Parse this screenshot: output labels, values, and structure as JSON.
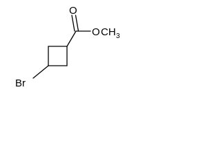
{
  "molecule": {
    "labels": {
      "carbonyl_oxygen": "O",
      "ester_oxygen": "O",
      "methyl": "CH",
      "methyl_subscript": "3",
      "bromine": "Br"
    }
  }
}
